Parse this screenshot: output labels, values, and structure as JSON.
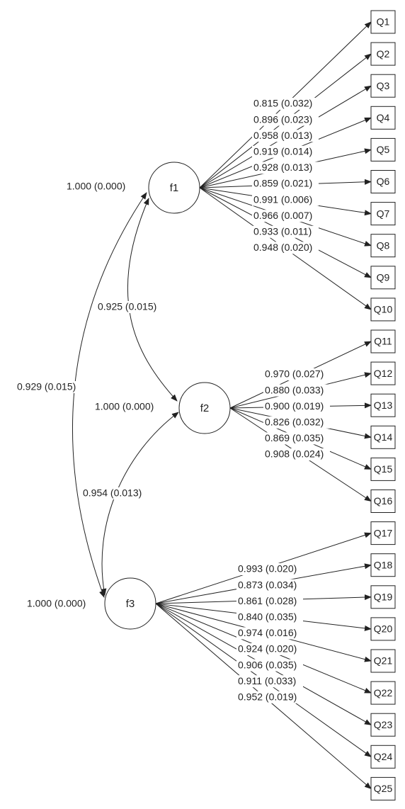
{
  "factors": [
    {
      "id": "f1",
      "label": "f1",
      "variance": "1.000 (0.000)"
    },
    {
      "id": "f2",
      "label": "f2",
      "variance": "1.000 (0.000)"
    },
    {
      "id": "f3",
      "label": "f3",
      "variance": "1.000 (0.000)"
    }
  ],
  "correlations": [
    {
      "from": "f1",
      "to": "f2",
      "label": "0.925 (0.015)"
    },
    {
      "from": "f1",
      "to": "f3",
      "label": "0.929 (0.015)"
    },
    {
      "from": "f2",
      "to": "f3",
      "label": "0.954 (0.013)"
    }
  ],
  "items": [
    {
      "id": "Q1",
      "factor": "f1",
      "loading": "0.815 (0.032)"
    },
    {
      "id": "Q2",
      "factor": "f1",
      "loading": "0.896 (0.023)"
    },
    {
      "id": "Q3",
      "factor": "f1",
      "loading": "0.958 (0.013)"
    },
    {
      "id": "Q4",
      "factor": "f1",
      "loading": "0.919 (0.014)"
    },
    {
      "id": "Q5",
      "factor": "f1",
      "loading": "0.928 (0.013)"
    },
    {
      "id": "Q6",
      "factor": "f1",
      "loading": "0.859 (0.021)"
    },
    {
      "id": "Q7",
      "factor": "f1",
      "loading": "0.991 (0.006)"
    },
    {
      "id": "Q8",
      "factor": "f1",
      "loading": "0.966 (0.007)"
    },
    {
      "id": "Q9",
      "factor": "f1",
      "loading": "0.933 (0.011)"
    },
    {
      "id": "Q10",
      "factor": "f1",
      "loading": "0.948 (0.020)"
    },
    {
      "id": "Q11",
      "factor": "f2",
      "loading": "0.970 (0.027)"
    },
    {
      "id": "Q12",
      "factor": "f2",
      "loading": "0.880 (0.033)"
    },
    {
      "id": "Q13",
      "factor": "f2",
      "loading": "0.900 (0.019)"
    },
    {
      "id": "Q14",
      "factor": "f2",
      "loading": "0.826 (0.032)"
    },
    {
      "id": "Q15",
      "factor": "f2",
      "loading": "0.869 (0.035)"
    },
    {
      "id": "Q16",
      "factor": "f2",
      "loading": "0.908 (0.024)"
    },
    {
      "id": "Q17",
      "factor": "f3",
      "loading": "0.993 (0.020)"
    },
    {
      "id": "Q18",
      "factor": "f3",
      "loading": "0.873 (0.034)"
    },
    {
      "id": "Q19",
      "factor": "f3",
      "loading": "0.861 (0.028)"
    },
    {
      "id": "Q20",
      "factor": "f3",
      "loading": "0.840 (0.035)"
    },
    {
      "id": "Q21",
      "factor": "f3",
      "loading": "0.974 (0.016)"
    },
    {
      "id": "Q22",
      "factor": "f3",
      "loading": "0.924 (0.020)"
    },
    {
      "id": "Q23",
      "factor": "f3",
      "loading": "0.906 (0.035)"
    },
    {
      "id": "Q24",
      "factor": "f3",
      "loading": "0.911 (0.033)"
    },
    {
      "id": "Q25",
      "factor": "f3",
      "loading": "0.952 (0.019)"
    }
  ],
  "colors": {
    "stroke": "#222222",
    "background": "#ffffff"
  }
}
